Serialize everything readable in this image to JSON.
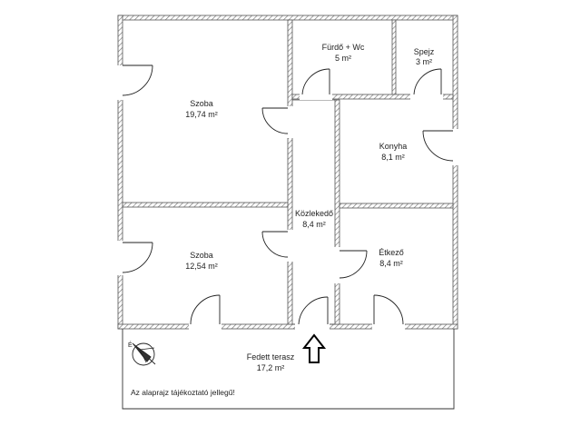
{
  "rooms": [
    {
      "id": "szoba1",
      "name": "Szoba",
      "area": "19,74 m²"
    },
    {
      "id": "furdo",
      "name": "Fürdő + Wc",
      "area": "5 m²"
    },
    {
      "id": "spejz",
      "name": "Spejz",
      "area": "3 m²"
    },
    {
      "id": "konyha",
      "name": "Konyha",
      "area": "8,1 m²"
    },
    {
      "id": "kozlekedo",
      "name": "Közlekedő",
      "area": "8,4 m²"
    },
    {
      "id": "szoba2",
      "name": "Szoba",
      "area": "12,54 m²"
    },
    {
      "id": "etkezo",
      "name": "Étkező",
      "area": "8,4 m²"
    },
    {
      "id": "terasz",
      "name": "Fedett terasz",
      "area": "17,2 m²"
    }
  ],
  "note": "Az alaprajz tájékoztató jellegű!",
  "colors": {
    "wall": "#555555",
    "hatch": "#8a8a8a",
    "line": "#222222"
  },
  "icons": {
    "entrance": "up-arrow-icon",
    "compass": "north-compass-icon"
  }
}
